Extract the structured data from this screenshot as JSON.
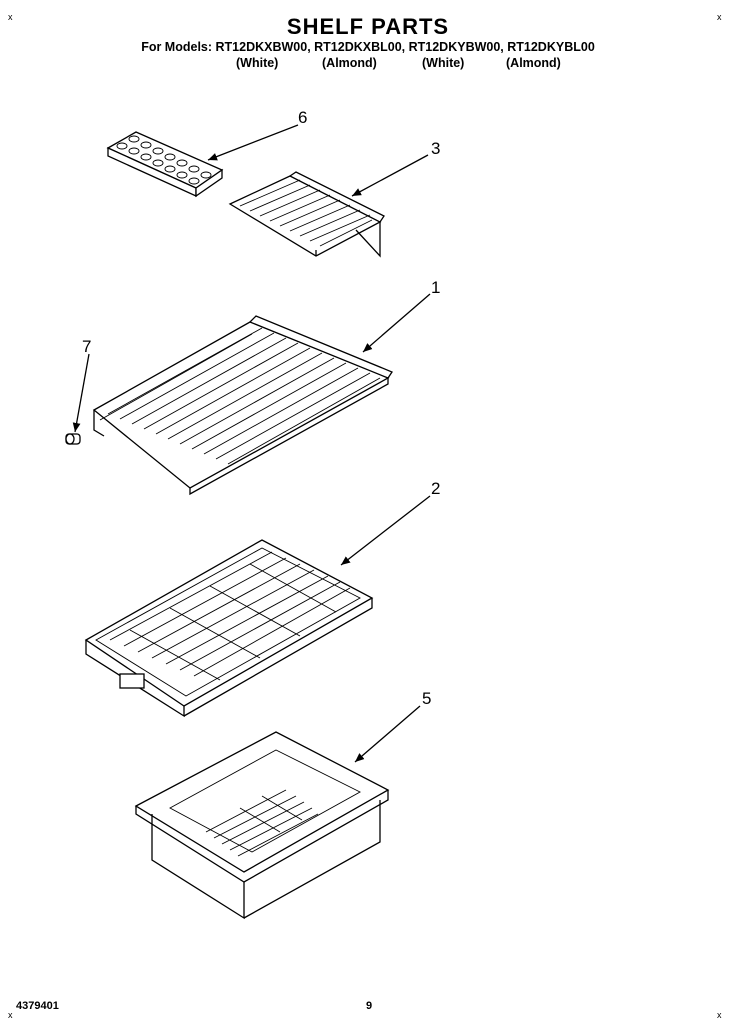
{
  "header": {
    "title": "SHELF PARTS",
    "models_line": "For Models: RT12DKXBW00, RT12DKXBL00, RT12DKYBW00, RT12DKYBL00",
    "colors": [
      "(White)",
      "(Almond)",
      "(White)",
      "(Almond)"
    ]
  },
  "callouts": [
    "6",
    "3",
    "1",
    "7",
    "2",
    "5"
  ],
  "footer": {
    "doc_number": "4379401",
    "page_number": "9"
  },
  "corner_marks": "x"
}
